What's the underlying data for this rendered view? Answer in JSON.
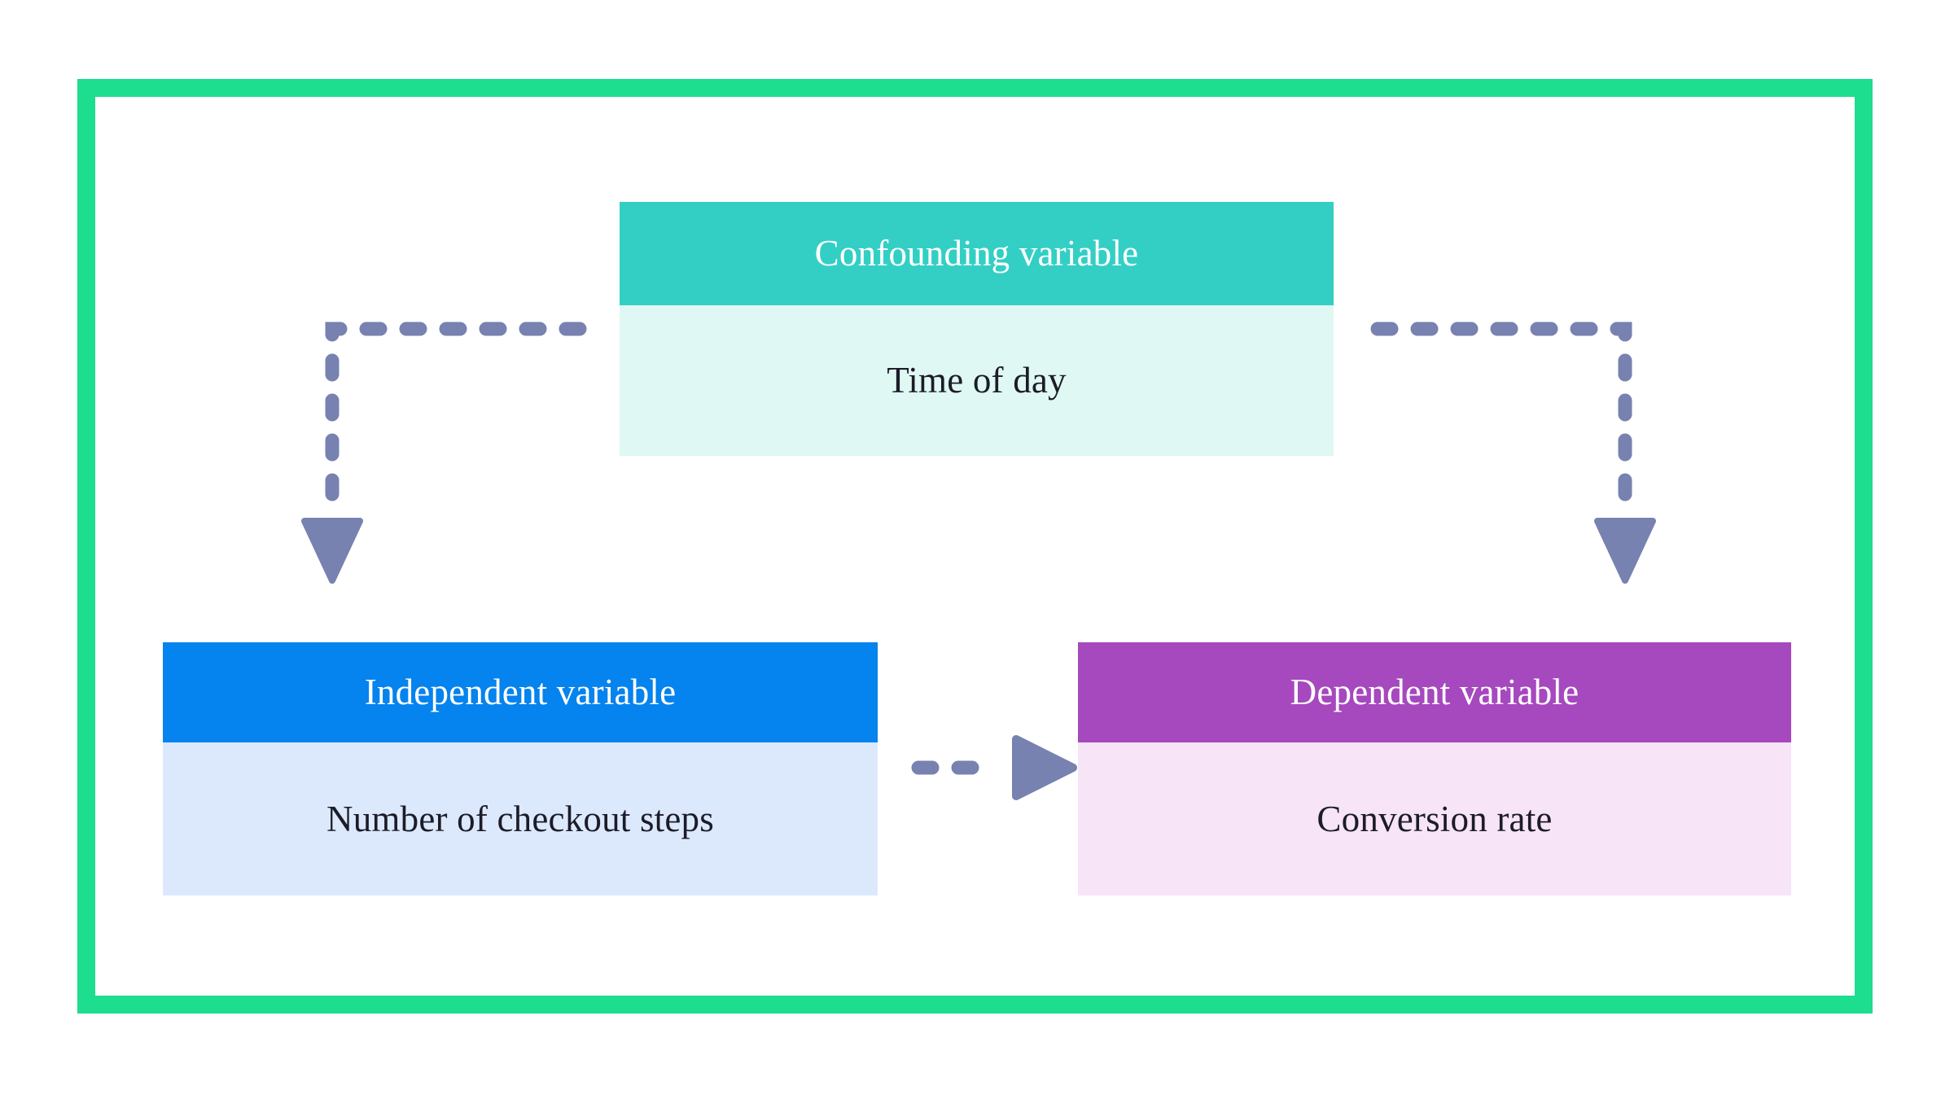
{
  "frame": {
    "border_color": "#1ddd8e",
    "background": "#ffffff"
  },
  "diagram": {
    "type": "confounding-variable-diagram",
    "cards": [
      {
        "id": "confounding",
        "header_label": "Confounding variable",
        "body_label": "Time of day",
        "header_color": "#33cfc4",
        "body_color": "#dff8f4",
        "header_text_color": "#ffffff",
        "body_text_color": "#1c1c28"
      },
      {
        "id": "independent",
        "header_label": "Independent variable",
        "body_label": "Number of checkout steps",
        "header_color": "#0583ee",
        "body_color": "#dce9fd",
        "header_text_color": "#ffffff",
        "body_text_color": "#1c1c28"
      },
      {
        "id": "dependent",
        "header_label": "Dependent variable",
        "body_label": "Conversion rate",
        "header_color": "#a648be",
        "body_color": "#f7e4f7",
        "header_text_color": "#ffffff",
        "body_text_color": "#1c1c28"
      }
    ],
    "connectors": [
      {
        "id": "confounding-to-independent",
        "from": "confounding",
        "to": "independent",
        "style": "dotted",
        "color": "#7782b0",
        "arrowhead": "triangle-down"
      },
      {
        "id": "confounding-to-dependent",
        "from": "confounding",
        "to": "dependent",
        "style": "dotted",
        "color": "#7782b0",
        "arrowhead": "triangle-down"
      },
      {
        "id": "independent-to-dependent",
        "from": "independent",
        "to": "dependent",
        "style": "dotted",
        "color": "#7782b0",
        "arrowhead": "triangle-right"
      }
    ]
  }
}
